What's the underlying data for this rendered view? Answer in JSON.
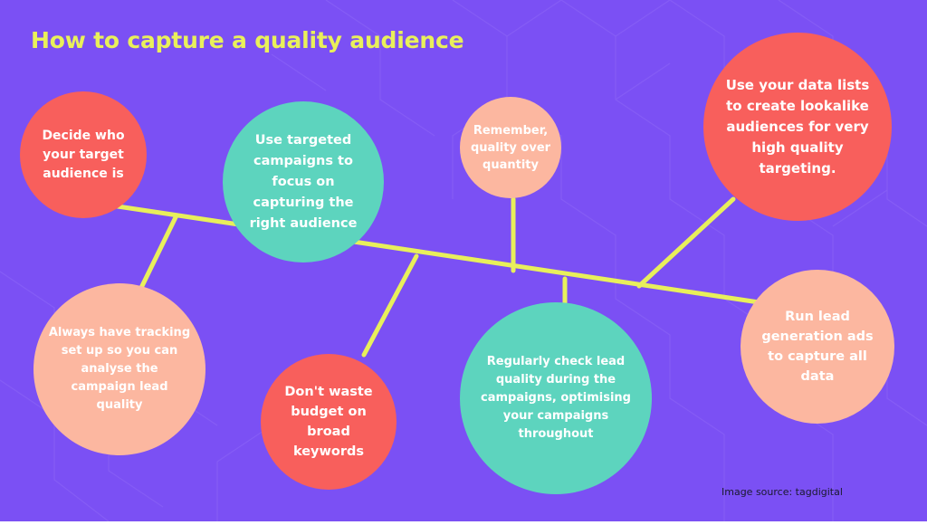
{
  "title": "How to capture a quality audience",
  "colors": {
    "background": "#7b50f4",
    "title": "#e9f05a",
    "connector": "#e8ef5b",
    "red": "#f85f5c",
    "teal": "#5dd4be",
    "peach": "#fcb7a0"
  },
  "nodes": [
    {
      "text": "Decide who your target audience is",
      "color": "red"
    },
    {
      "text": "Use targeted campaigns to focus on capturing the right audience",
      "color": "teal"
    },
    {
      "text": "Remember, quality over quantity",
      "color": "peach"
    },
    {
      "text": "Use your data lists to create lookalike audiences for very high quality targeting.",
      "color": "red"
    },
    {
      "text": "Always have tracking set up so you can analyse the campaign lead quality",
      "color": "peach"
    },
    {
      "text": "Don't waste budget on broad keywords",
      "color": "red"
    },
    {
      "text": "Regularly check lead quality during the campaigns, optimising your campaigns throughout",
      "color": "teal"
    },
    {
      "text": "Run lead generation ads to capture all data",
      "color": "peach"
    }
  ],
  "source": "Image source: tagdigital"
}
